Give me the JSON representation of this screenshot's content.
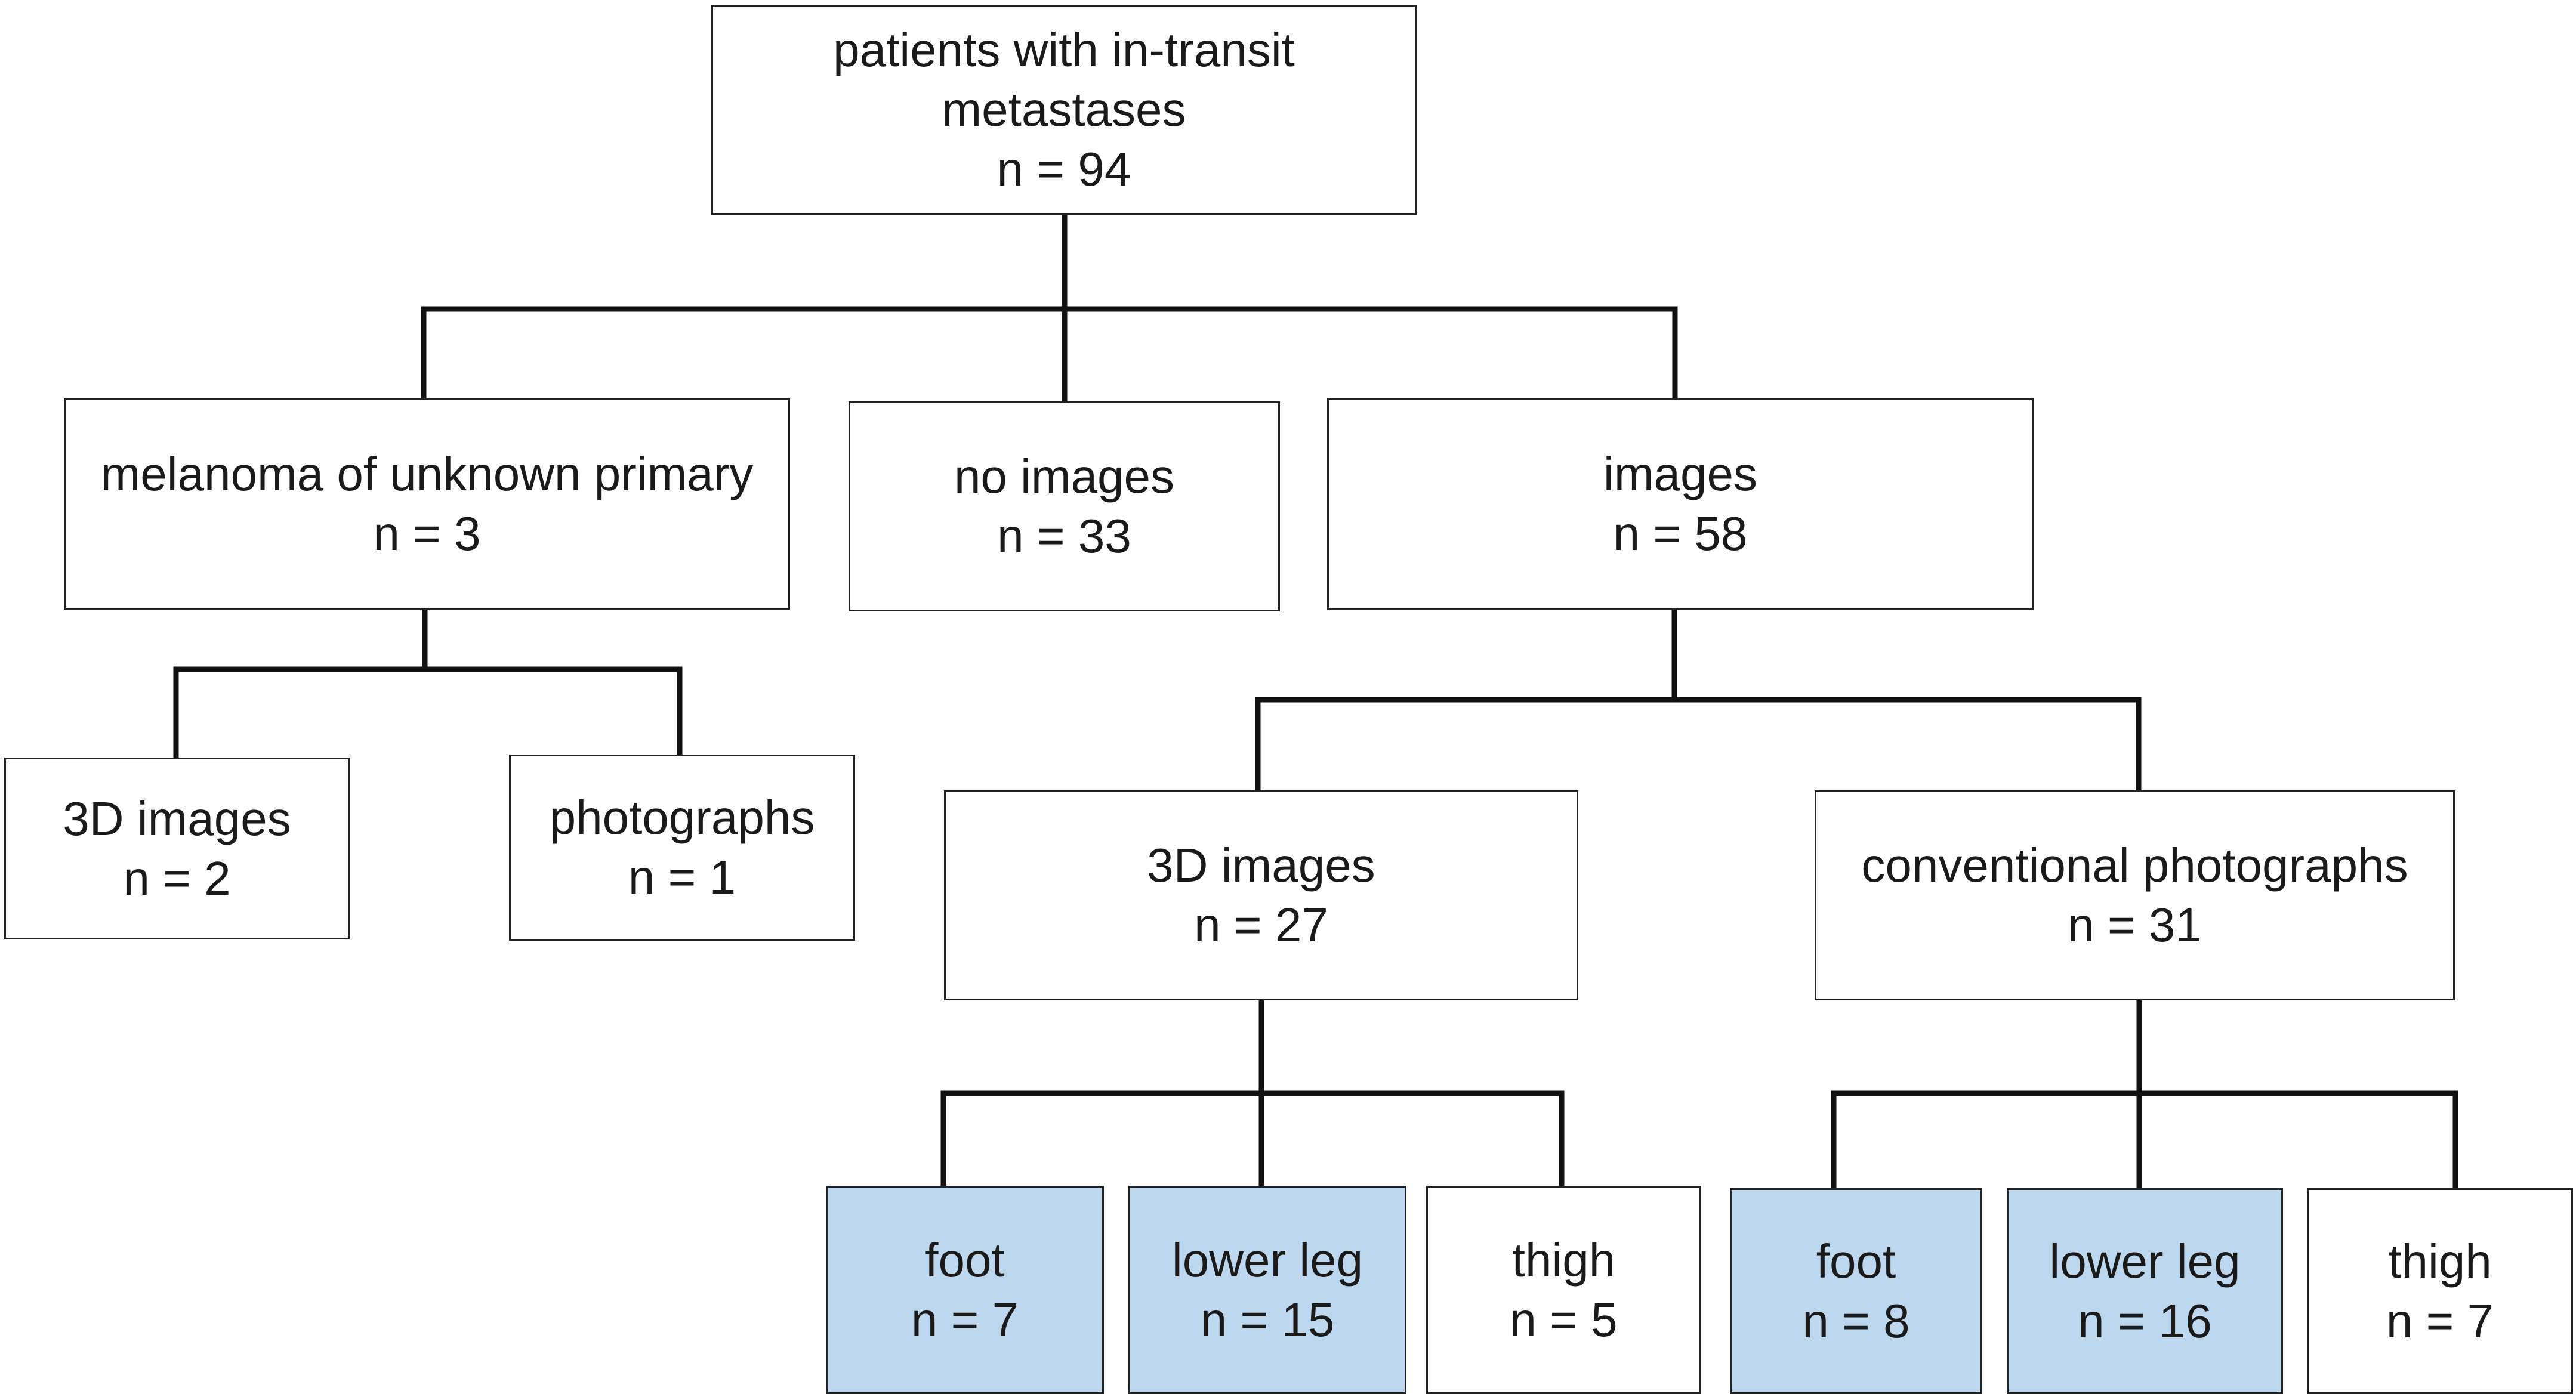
{
  "nodes": {
    "root": {
      "label": "patients with in-transit metastases",
      "n": "n = 94"
    },
    "mup": {
      "label": "melanoma of unknown primary",
      "n": "n = 3"
    },
    "noimg": {
      "label": "no images",
      "n": "n = 33"
    },
    "img": {
      "label": "images",
      "n": "n = 58"
    },
    "mup3d": {
      "label": "3D images",
      "n": "n = 2"
    },
    "mupphoto": {
      "label": "photographs",
      "n": "n = 1"
    },
    "img3d": {
      "label": "3D images",
      "n": "n = 27"
    },
    "convphoto": {
      "label": "conventional photographs",
      "n": "n = 31"
    },
    "foot3d": {
      "label": "foot",
      "n": "n = 7"
    },
    "leg3d": {
      "label": "lower leg",
      "n": "n = 15"
    },
    "thigh3d": {
      "label": "thigh",
      "n": "n = 5"
    },
    "footc": {
      "label": "foot",
      "n": "n = 8"
    },
    "legc": {
      "label": "lower leg",
      "n": "n = 16"
    },
    "thighc": {
      "label": "thigh",
      "n": "n = 7"
    }
  },
  "colors": {
    "highlight": "#bdd7ee",
    "line": "#111111"
  }
}
